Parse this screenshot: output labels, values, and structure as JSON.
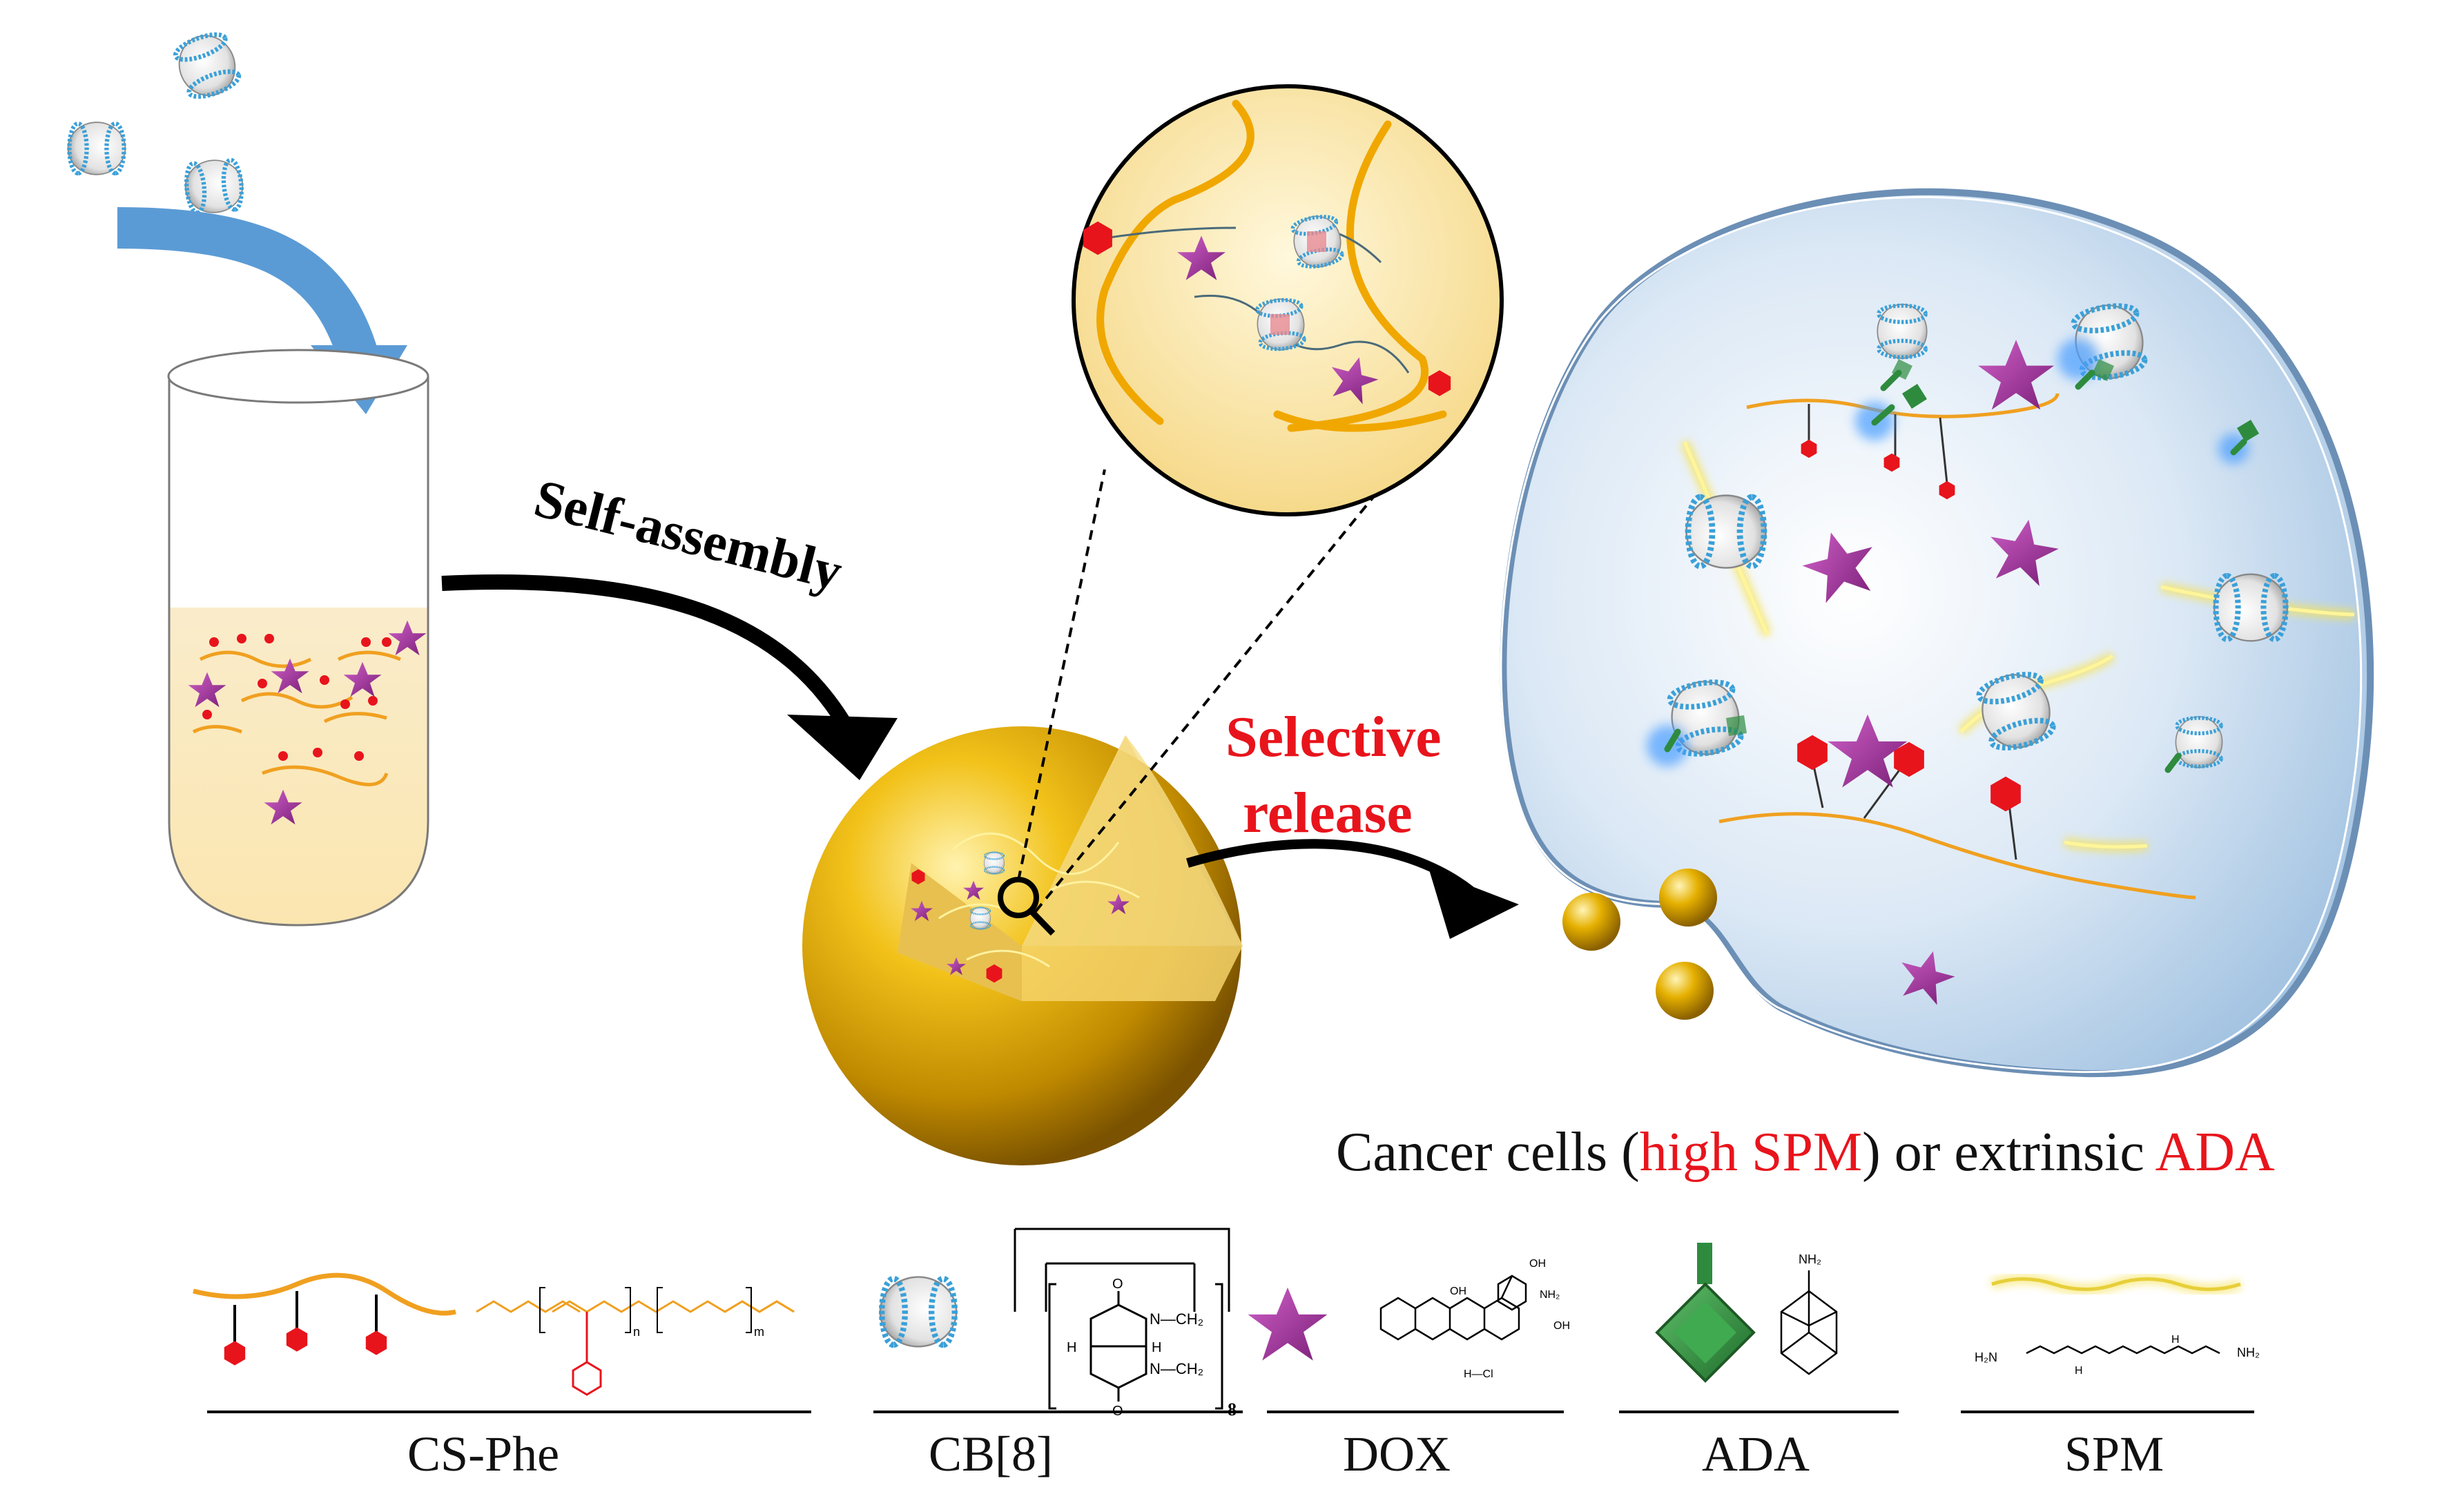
{
  "labels": {
    "self_assembly": "Self-assembly",
    "selective_1": "Selective",
    "selective_2": "release",
    "condition_prefix": "Cancer cells (",
    "condition_highlight_1": "high SPM",
    "condition_middle": ") or extrinsic ",
    "condition_highlight_2": "ADA"
  },
  "legend": [
    {
      "name": "CS-Phe"
    },
    {
      "name": "CB[8]"
    },
    {
      "name": "DOX"
    },
    {
      "name": "ADA"
    },
    {
      "name": "SPM"
    }
  ],
  "chem": {
    "cb8_repeat": "8",
    "cb8_nch2_top": "N—CH₂",
    "cb8_nch2_bottom": "N—CH₂",
    "cb8_o": "O",
    "cb8_n": "N",
    "cb8_h": "H",
    "dox_hcl": "H—Cl",
    "dox_oh": "OH",
    "dox_nh2": "NH₂",
    "ada_nh2": "NH₂",
    "spm_nh2_left": "H₂N",
    "spm_nh2_right": "NH₂",
    "spm_h": "H",
    "csphe_n": "n",
    "csphe_m": "m"
  },
  "colors": {
    "accent_red": "#e8141c",
    "arrow_blue": "#5b9bd5",
    "cell_fill": "#c9dcef",
    "gold": "#e5b000",
    "orange_chain": "#f0a020",
    "dox_purple": "#a0309a",
    "ada_green": "#2e8b3e",
    "spm_yellow": "#f3e27a"
  }
}
